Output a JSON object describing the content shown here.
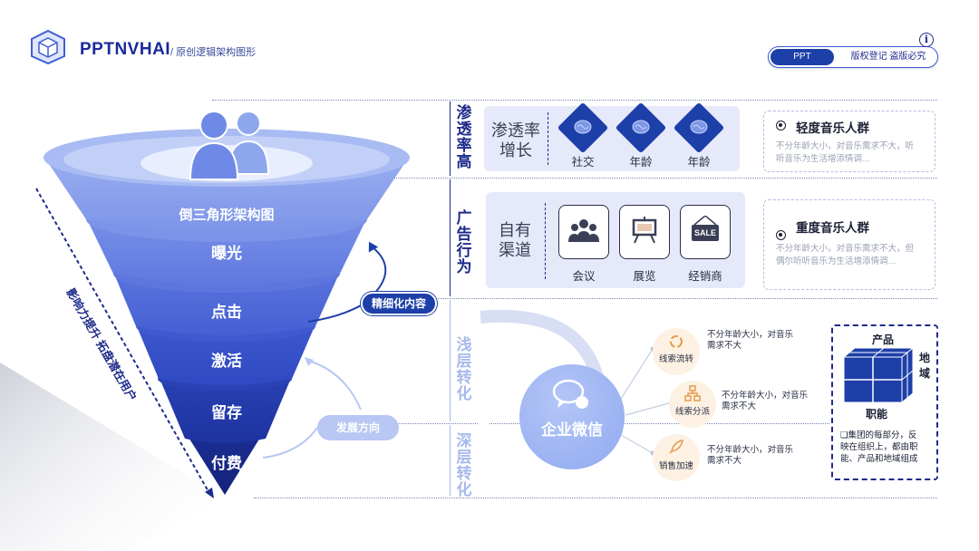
{
  "header": {
    "brand": "PPTNVHAI",
    "subtitle": "/ 原创逻辑架构图形",
    "pill_left": "PPT",
    "pill_right": "版权登记 盗版必究",
    "info": "i"
  },
  "funnel": {
    "top_label": "倒三角形架构图",
    "levels": [
      "曝光",
      "点击",
      "激活",
      "留存",
      "付费"
    ],
    "tag_refine": "精细化内容",
    "tag_direction": "发展方向",
    "side_text": "影响力提升 拓盘潜在用户"
  },
  "sections": {
    "penetration": "渗透率高",
    "advertising": "广告行为",
    "shallow": "浅层转化",
    "deep": "深层转化"
  },
  "panel1": {
    "title_line1": "渗透率",
    "title_line2": "增长",
    "items": [
      "社交",
      "年龄",
      "年龄"
    ]
  },
  "note1": {
    "title": "轻度音乐人群",
    "text_line1": "不分年龄大小，对音乐需求不大，听",
    "text_line2": "听音乐为生活增添情调…"
  },
  "panel2": {
    "title_line1": "自有",
    "title_line2": "渠道",
    "items": [
      "会议",
      "展览",
      "经销商"
    ],
    "sale_text": "SALE"
  },
  "note2": {
    "title": "重度音乐人群",
    "text_line1": "不分年龄大小，对音乐需求不大，但",
    "text_line2": "偶尔听听音乐为生活增添情调…"
  },
  "wechat": {
    "label": "企业微信",
    "bubbles": [
      {
        "label": "线索流转",
        "text_line1": "不分年龄大小，对音乐",
        "text_line2": "需求不大"
      },
      {
        "label": "线索分派",
        "text_line1": "不分年龄大小，对音乐",
        "text_line2": "需求不大"
      },
      {
        "label": "销售加速",
        "text_line1": "不分年龄大小，对音乐",
        "text_line2": "需求不大"
      }
    ]
  },
  "cube": {
    "top": "产品",
    "right_line1": "地",
    "right_line2": "域",
    "bottom": "职能",
    "text_line1": "❑集团的每部分，反",
    "text_line2": "映在组织上，都由职",
    "text_line3": "能、产品和地域组成"
  },
  "colors": {
    "primary": "#1d3fa8",
    "dark_text": "#1d2b8a",
    "panel_bg": "#e6e9fa",
    "light_blue": "#a8b8ec"
  }
}
